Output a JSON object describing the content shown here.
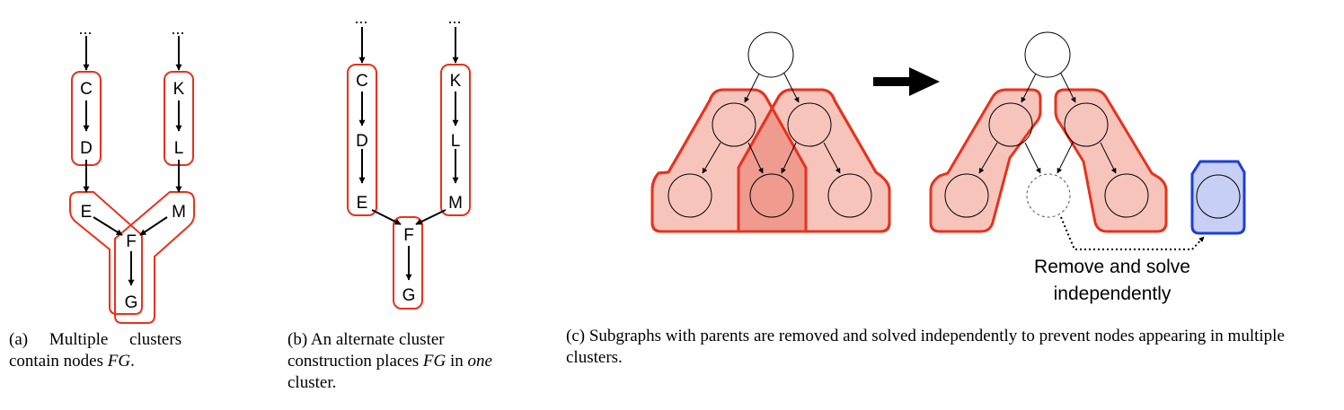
{
  "panel_a": {
    "ellipsis_left": "...",
    "ellipsis_right": "...",
    "nodes": {
      "C": "C",
      "D": "D",
      "E": "E",
      "K": "K",
      "L": "L",
      "M": "M",
      "F": "F",
      "G": "G"
    },
    "caption": {
      "prefix": "(a)",
      "words": [
        "Multiple",
        "clusters"
      ],
      "line2_start": "contain nodes",
      "var": "FG",
      "end": "."
    }
  },
  "panel_b": {
    "ellipsis_left": "...",
    "ellipsis_right": "...",
    "nodes": {
      "C": "C",
      "D": "D",
      "E": "E",
      "K": "K",
      "L": "L",
      "M": "M",
      "F": "F",
      "G": "G"
    },
    "caption": {
      "part1": "(b) An alternate cluster construction places",
      "var": "FG",
      "part2": "in",
      "emph": "one",
      "part3": "cluster."
    }
  },
  "panel_c": {
    "note_line1": "Remove and solve",
    "note_line2": "independently",
    "caption": "(c) Subgraphs with parents are removed and solved independently to prevent nodes appearing in multiple clusters."
  },
  "colors": {
    "cluster_red": "#e8321c",
    "cluster_fill": "#f7c4bc",
    "overlap_fill": "#ef9b8f",
    "blue_stroke": "#1b3fd8",
    "blue_fill": "#c8cff5"
  }
}
